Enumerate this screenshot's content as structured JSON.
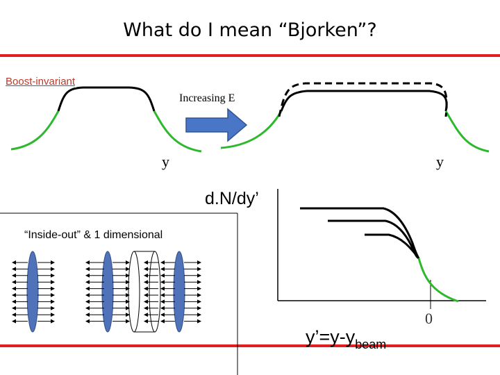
{
  "title": "What do I mean “Bjorken”?",
  "labels": {
    "boost_invariant": "Boost-invariant",
    "increasing_e": "Increasing E",
    "y_left": "y",
    "y_right": "y",
    "dndy": "d.N/dy’",
    "inside_out": "“Inside-out” & 1 dimensional",
    "yprime_main": "y’=y-y",
    "yprime_sub": "beam",
    "zero": "0"
  },
  "colors": {
    "accent_red": "#e02020",
    "curve_black": "#000000",
    "curve_green": "#2db82d",
    "arrow_blue": "#4a76c8",
    "ellipse_blue": "#4f72b8"
  }
}
